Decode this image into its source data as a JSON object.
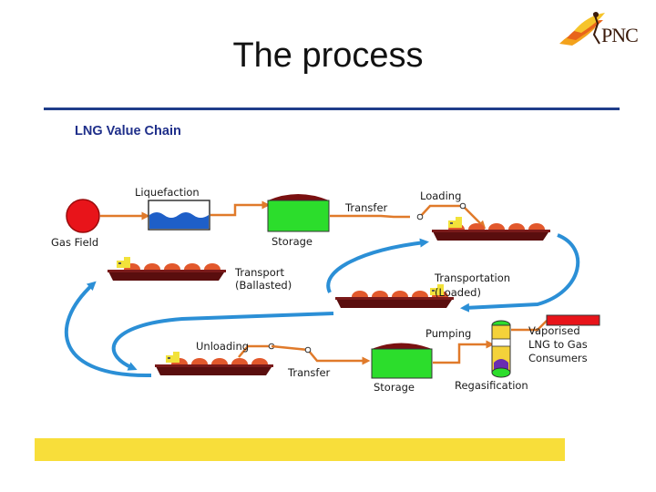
{
  "slide": {
    "title": "The process"
  },
  "logo": {
    "text": "PNC"
  },
  "diagram": {
    "heading": "LNG Value Chain",
    "labels": {
      "gas_field": "Gas Field",
      "liquefaction": "Liquefaction",
      "storage_top": "Storage",
      "transfer_top": "Transfer",
      "loading": "Loading",
      "transport_ballasted_1": "Transport",
      "transport_ballasted_2": "(Ballasted)",
      "transportation_loaded_1": "Transportation",
      "transportation_loaded_2": "(Loaded)",
      "unloading": "Unloading",
      "transfer_bottom": "Transfer",
      "storage_bottom": "Storage",
      "pumping": "Pumping",
      "regasification": "Regasification",
      "consumers_1": "Vaporised",
      "consumers_2": "LNG to Gas",
      "consumers_3": "Consumers"
    }
  },
  "colors": {
    "accent_rule": "#1f3d8a",
    "bottom_bar": "#f8de3a",
    "gas_field": "#e8141a",
    "storage": "#2cdd2c",
    "flow_arrow": "#2b8fd6",
    "pipe": "#e07a2a",
    "ship_hull": "#5a0e0e",
    "tank_dome": "#e2582c"
  }
}
